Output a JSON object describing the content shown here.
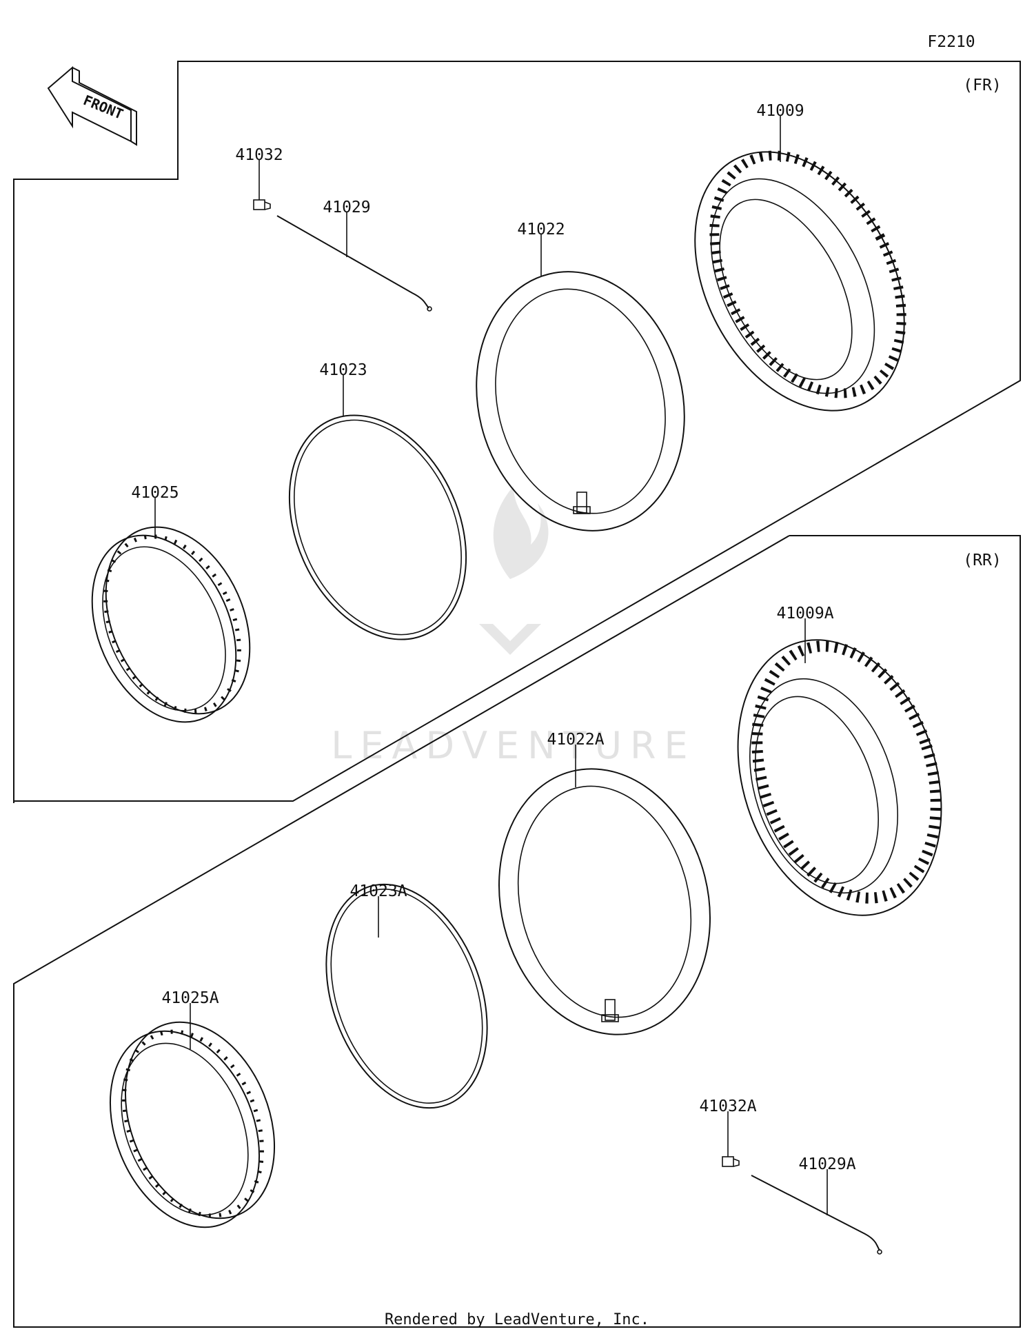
{
  "figure_code": "F2210",
  "front_arrow_text": "FRONT",
  "sections": {
    "front": {
      "label": "(FR)"
    },
    "rear": {
      "label": "(RR)"
    }
  },
  "parts": {
    "p41009": "41009",
    "p41022": "41022",
    "p41023": "41023",
    "p41025": "41025",
    "p41029": "41029",
    "p41032": "41032",
    "p41009A": "41009A",
    "p41022A": "41022A",
    "p41023A": "41023A",
    "p41025A": "41025A",
    "p41029A": "41029A",
    "p41032A": "41032A"
  },
  "watermark": "LEADVENTURE",
  "footer": "Rendered by LeadVenture, Inc."
}
